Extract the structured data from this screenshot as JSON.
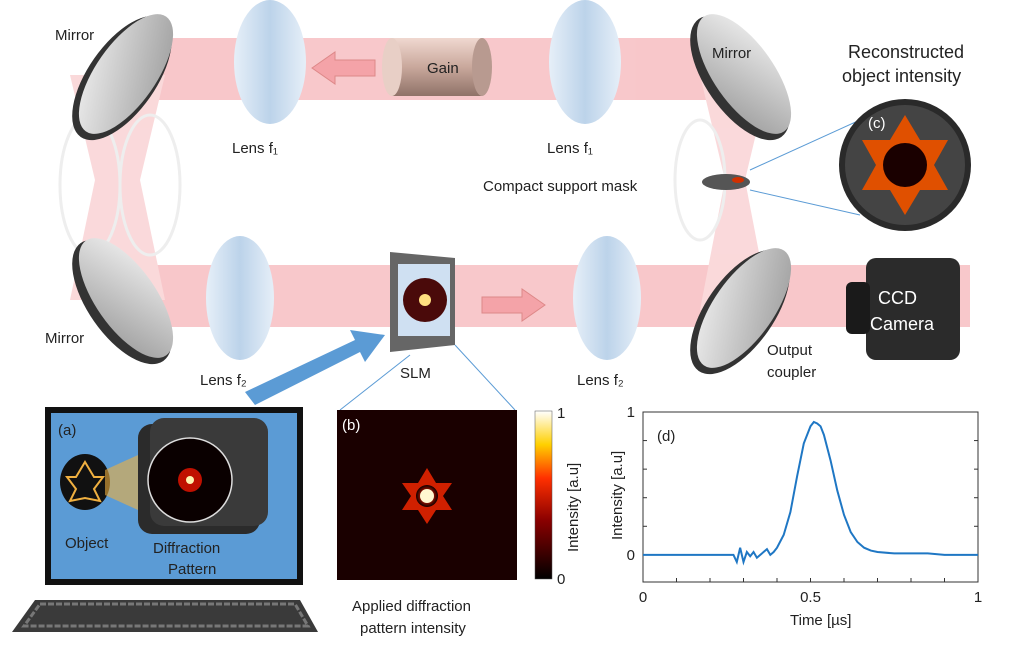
{
  "labels": {
    "mirror_top_left": "Mirror",
    "mirror_bottom_left": "Mirror",
    "mirror_top_right": "Mirror",
    "gain": "Gain",
    "lens_f1_left": "Lens f₁",
    "lens_f1_right": "Lens f₁",
    "lens_f2_left": "Lens f₂",
    "lens_f2_right": "Lens f₂",
    "compact_support_mask": "Compact support mask",
    "reconstructed_line1": "Reconstructed",
    "reconstructed_line2": "object intensity",
    "panel_c": "(c)",
    "ccd_line1": "CCD",
    "ccd_line2": "Camera",
    "output_coupler_line1": "Output",
    "output_coupler_line2": "coupler",
    "slm": "SLM",
    "panel_a": "(a)",
    "object": "Object",
    "diffraction_line1": "Diffraction",
    "diffraction_line2": "Pattern",
    "panel_b": "(b)",
    "applied_line1": "Applied  diffraction",
    "applied_line2": "pattern intensity"
  },
  "colorbar": {
    "label": "Intensity [a.u]",
    "max_label": "1",
    "min_label": "0"
  },
  "colors": {
    "beam": "#f4a3a8",
    "lens": "#c9dcef",
    "monitor_screen": "#5b9bd5",
    "pulse_line": "#1f77c4",
    "blue_arrow": "#5b9bd5"
  },
  "chart_data": {
    "type": "line",
    "panel_label": "(d)",
    "xlabel": "Time  [µs]",
    "ylabel": "Intensity [a.u]",
    "xlim": [
      0,
      1
    ],
    "ylim": [
      -0.19,
      1
    ],
    "xticks": [
      0,
      0.5,
      1
    ],
    "xtick_labels": [
      "0",
      "0.5",
      "1"
    ],
    "yticks": [
      0,
      1
    ],
    "ytick_labels": [
      "0",
      "1"
    ],
    "series": [
      {
        "name": "pulse",
        "x": [
          0,
          0.05,
          0.1,
          0.15,
          0.2,
          0.25,
          0.27,
          0.28,
          0.29,
          0.3,
          0.31,
          0.32,
          0.33,
          0.34,
          0.35,
          0.37,
          0.38,
          0.39,
          0.4,
          0.42,
          0.44,
          0.46,
          0.48,
          0.5,
          0.51,
          0.52,
          0.53,
          0.54,
          0.56,
          0.58,
          0.6,
          0.62,
          0.64,
          0.66,
          0.68,
          0.7,
          0.75,
          0.8,
          0.85,
          0.9,
          0.95,
          1
        ],
        "y": [
          0,
          0,
          0,
          0,
          0,
          0,
          0,
          -0.05,
          0.05,
          -0.05,
          0.02,
          -0.01,
          0.02,
          -0.02,
          0,
          0.04,
          0,
          0.02,
          0.05,
          0.14,
          0.3,
          0.55,
          0.78,
          0.9,
          0.93,
          0.92,
          0.9,
          0.84,
          0.66,
          0.45,
          0.28,
          0.16,
          0.09,
          0.05,
          0.03,
          0.02,
          0.01,
          0.01,
          0.01,
          0.0,
          0.0,
          0.0
        ]
      }
    ]
  }
}
